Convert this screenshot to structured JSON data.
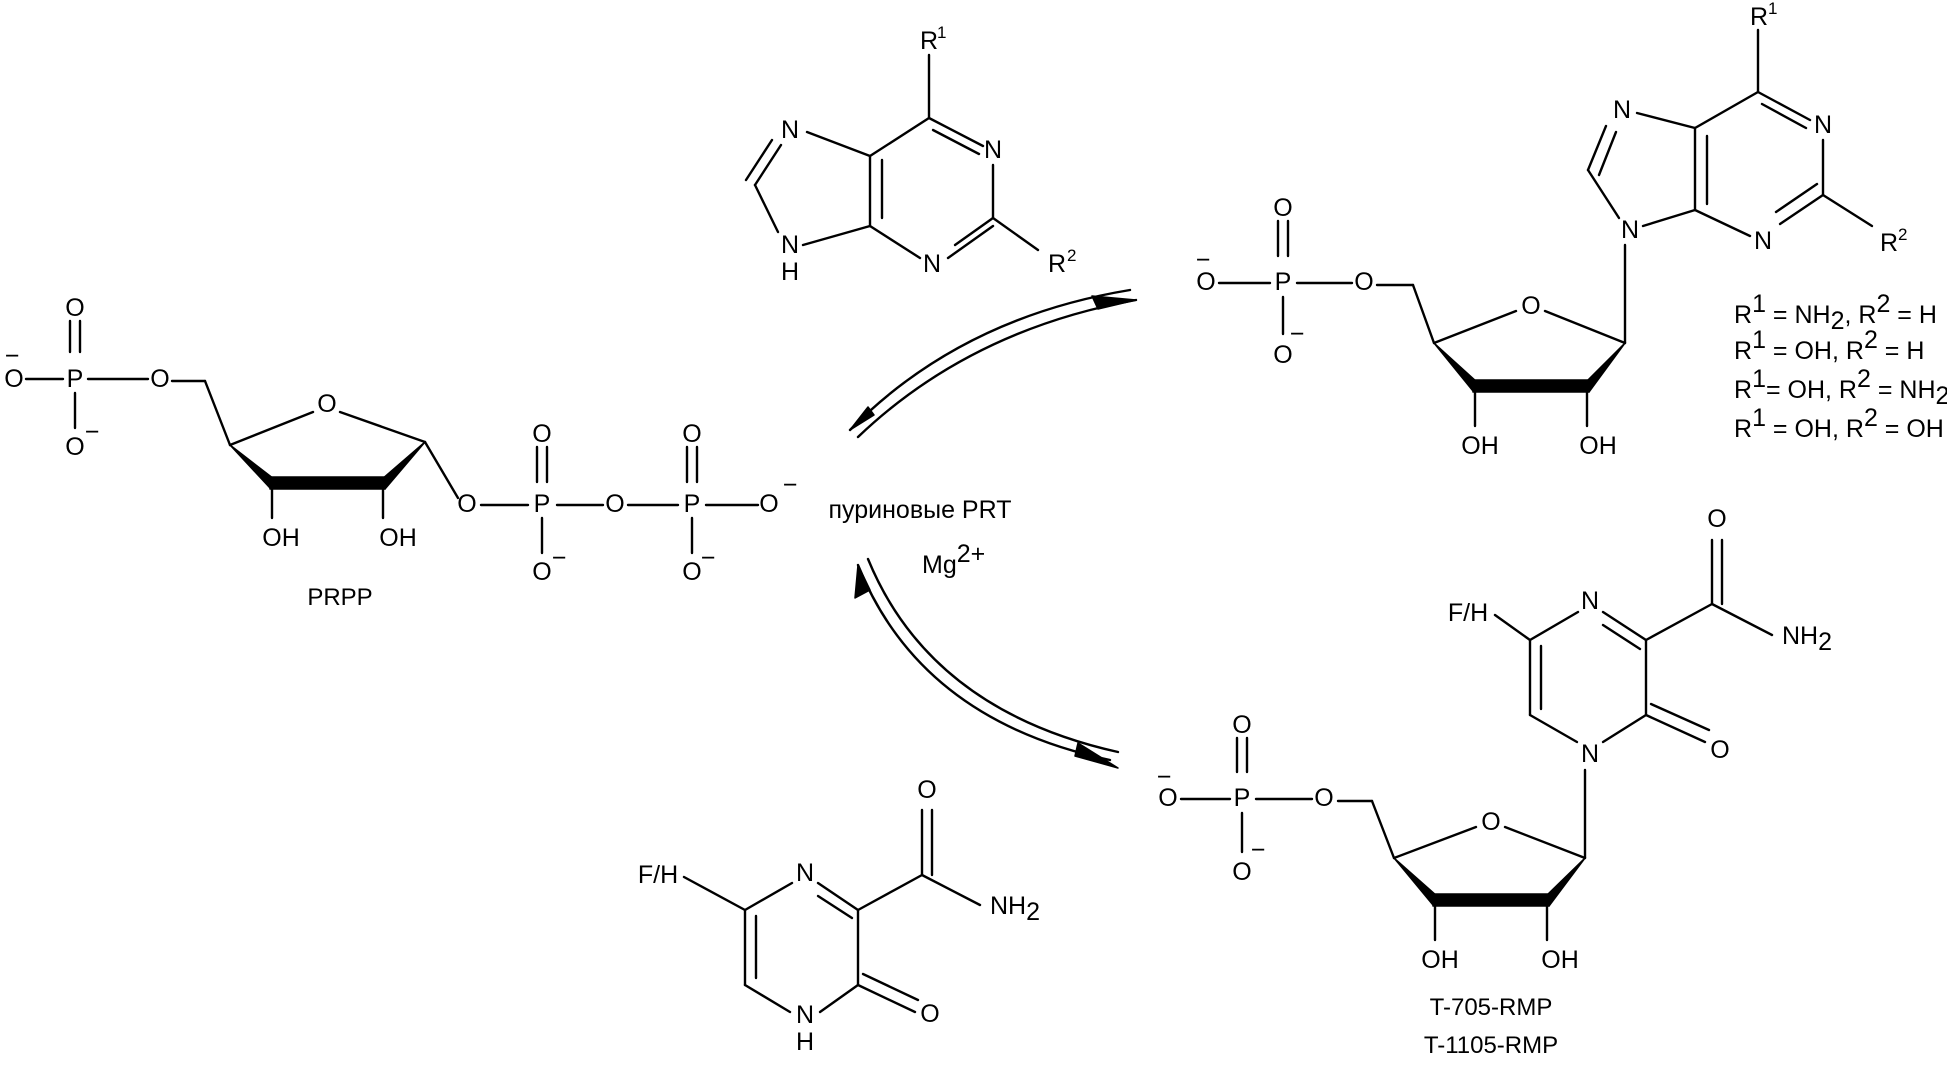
{
  "atoms": {
    "o": "O",
    "oh": "OH",
    "n": "N",
    "nh": "H",
    "p": "P",
    "neg": "−",
    "nh2_base": "NH",
    "two": "2",
    "fh": "F/H",
    "r": "R",
    "one": "1"
  },
  "labels": {
    "prpp": "PRPP",
    "enzyme": "пуриновые PRT",
    "cofactor_base": "Mg",
    "cofactor_charge": "2+",
    "product_name_1": "T-705-RMP",
    "product_name_2": "T-1105-RMP"
  },
  "substituents": [
    {
      "r1": "NH",
      "r1_sub": "2",
      "r2": "H"
    },
    {
      "r1": "OH",
      "r1_sub": "",
      "r2": "H"
    },
    {
      "r1": "OH",
      "r1_sub": "",
      "r2": "NH",
      "r2_sub": "2"
    },
    {
      "r1": "OH",
      "r1_sub": "",
      "r2": "OH"
    }
  ],
  "substituent_text": {
    "r": "R",
    "one": "1",
    "two": "2",
    "eq": " = ",
    "eq_tight": "= ",
    "comma": ", "
  }
}
